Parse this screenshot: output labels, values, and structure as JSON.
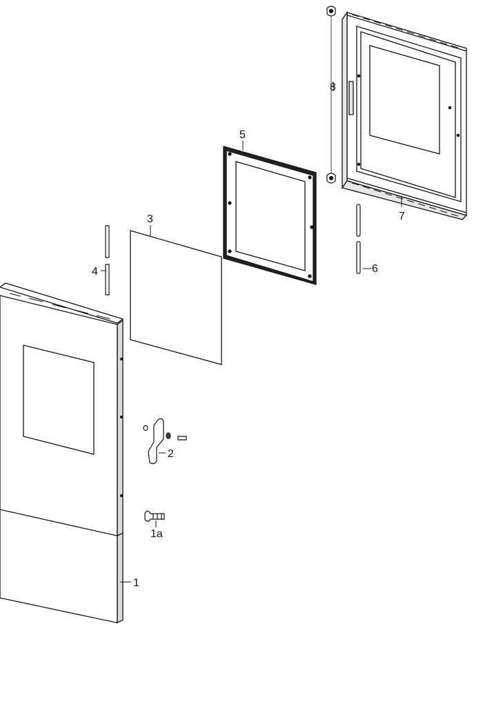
{
  "colors": {
    "line": "#111111",
    "face": "#ffffff",
    "shade": "#dcdcdc"
  },
  "callouts": {
    "p1": {
      "text": "1"
    },
    "p1a": {
      "text": "1a"
    },
    "p2": {
      "text": "2"
    },
    "p3": {
      "text": "3"
    },
    "p4": {
      "text": "4"
    },
    "p5": {
      "text": "5"
    },
    "p6": {
      "text": "6"
    },
    "p7": {
      "text": "7"
    },
    "p8": {
      "text": "8"
    }
  }
}
